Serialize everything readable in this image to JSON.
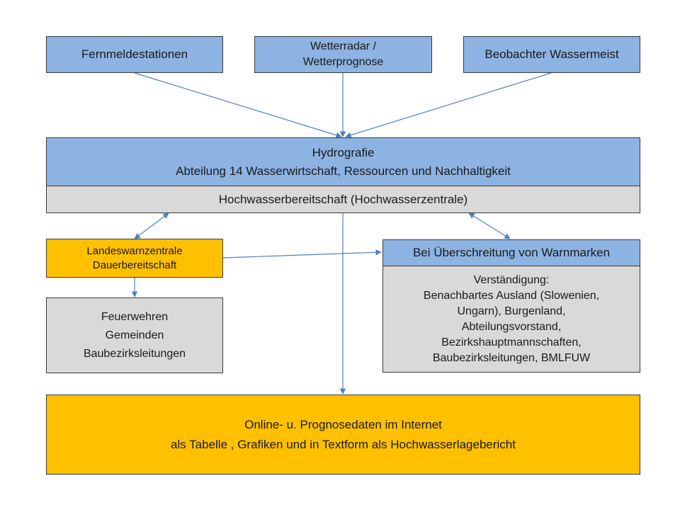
{
  "sources": {
    "fernmelde": "Fernmeldestationen",
    "wetter_line1": "Wetterradar /",
    "wetter_line2": "Wetterprognose",
    "beobachter": "Beobachter  Wassermeist"
  },
  "hydro": {
    "title": "Hydrografie",
    "subtitle": "Abteilung 14 Wasserwirtschaft,  Ressourcen  und Nachhaltigkeit",
    "bereitschaft": "Hochwasserbereitschaft  (Hochwasserzentrale)"
  },
  "lwz": {
    "line1": "Landeswarnzentrale",
    "line2": "Dauerbereitschaft"
  },
  "feuerwehr": {
    "line1": "Feuerwehren",
    "line2": "Gemeinden",
    "line3": "Baubezirksleitungen"
  },
  "warnmarken": {
    "header": "Bei Überschreitung  von Warnmarken",
    "lines": [
      "Verständigung:",
      "Benachbartes Ausland (Slowenien,",
      "Ungarn),  Burgenland,",
      "Abteilungsvorstand,",
      "Bezirkshauptmannschaften,",
      "Baubezirksleitungen,  BMLFUW"
    ]
  },
  "online": {
    "line1": "Online-  u. Prognosedaten  im Internet",
    "line2": "als Tabelle  , Grafiken und in Textform als Hochwasserlagebericht"
  },
  "colors": {
    "blue": "#8db3e2",
    "gray": "#d9d9d9",
    "orange": "#ffc000",
    "arrow": "#4f81bd"
  }
}
